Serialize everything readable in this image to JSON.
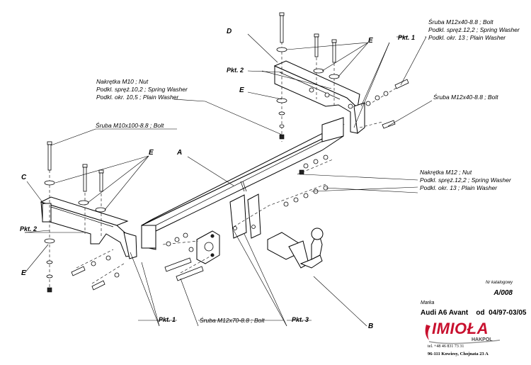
{
  "labels": {
    "A": "A",
    "B": "B",
    "C": "C",
    "D": "D",
    "E": "E",
    "pkt1": "Pkt. 1",
    "pkt2": "Pkt. 2",
    "pkt3": "Pkt. 3"
  },
  "callouts": {
    "top_right_bolt": [
      "Śruba M12x40-8.8 ;  Bolt",
      "Podkl. spręż.12,2 ; Spring Washer",
      "Podkl. okr. 13 ; Plain Washer"
    ],
    "right_bolt": "Śruba M12x40-8.8 ;  Bolt",
    "nut_m10": [
      "Nakrętka  M10 ; Nut",
      "Podkl. spręż.10,2 ; Spring Washer",
      "Podkl. okr. 10,5 ; Plain Washer"
    ],
    "bolt_m10": "Śruba M10x100-8.8 ;  Bolt",
    "nut_m12": [
      "Nakrętka  M12 ; Nut",
      "Podkl. spręż.12,2 ; Spring Washer",
      "Podkl. okr. 13 ; Plain Washer"
    ],
    "bolt_m12x70": "Śruba M12x70-8.8 ;  Bolt"
  },
  "info": {
    "catalog_label": "Nr katalogowy",
    "catalog_number": "A/008",
    "brand_label": "Marka",
    "brand": "Audi A6 Avant    od  04/97-03/05",
    "logo_main": "IMIOŁA",
    "logo_sub": "HAKPOL",
    "phone": "tel. +48 46 831 73 31",
    "address": "96-111 Kowiesy, Chojnata 23 A"
  },
  "colors": {
    "ink": "#000000",
    "logo_red": "#c8102e",
    "background": "#ffffff"
  }
}
